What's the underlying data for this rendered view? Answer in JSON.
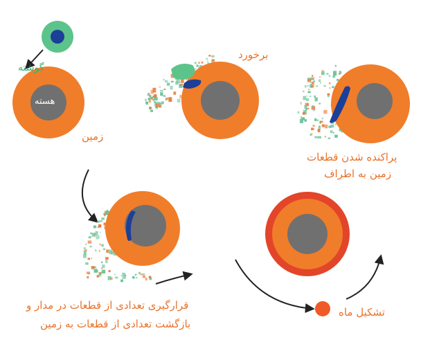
{
  "colors": {
    "earth": "#f07d2a",
    "earth_outline": "#d9621c",
    "core": "#707070",
    "impactor_mantle": "#5cc48a",
    "impactor_core": "#1c3f98",
    "debris_green": "#6cc39a",
    "debris_orange": "#e97a3a",
    "moon": "#f05a28",
    "moon_ring": "#e2452a",
    "arrow": "#222222"
  },
  "labels": {
    "mantle": "گوشته",
    "core": "هسته",
    "earth": "زمین",
    "impact": "برخورد",
    "scatter_line1": "پراکنده شدن قطعات",
    "scatter_line2": "زمین به اطراف",
    "orbit_line1": "قرارگیری تعدادی از قطعات در مدار و",
    "orbit_line2": "بازگشت تعدادی از قطعات به زمین",
    "moon_formation": "تشکیل ماه"
  }
}
